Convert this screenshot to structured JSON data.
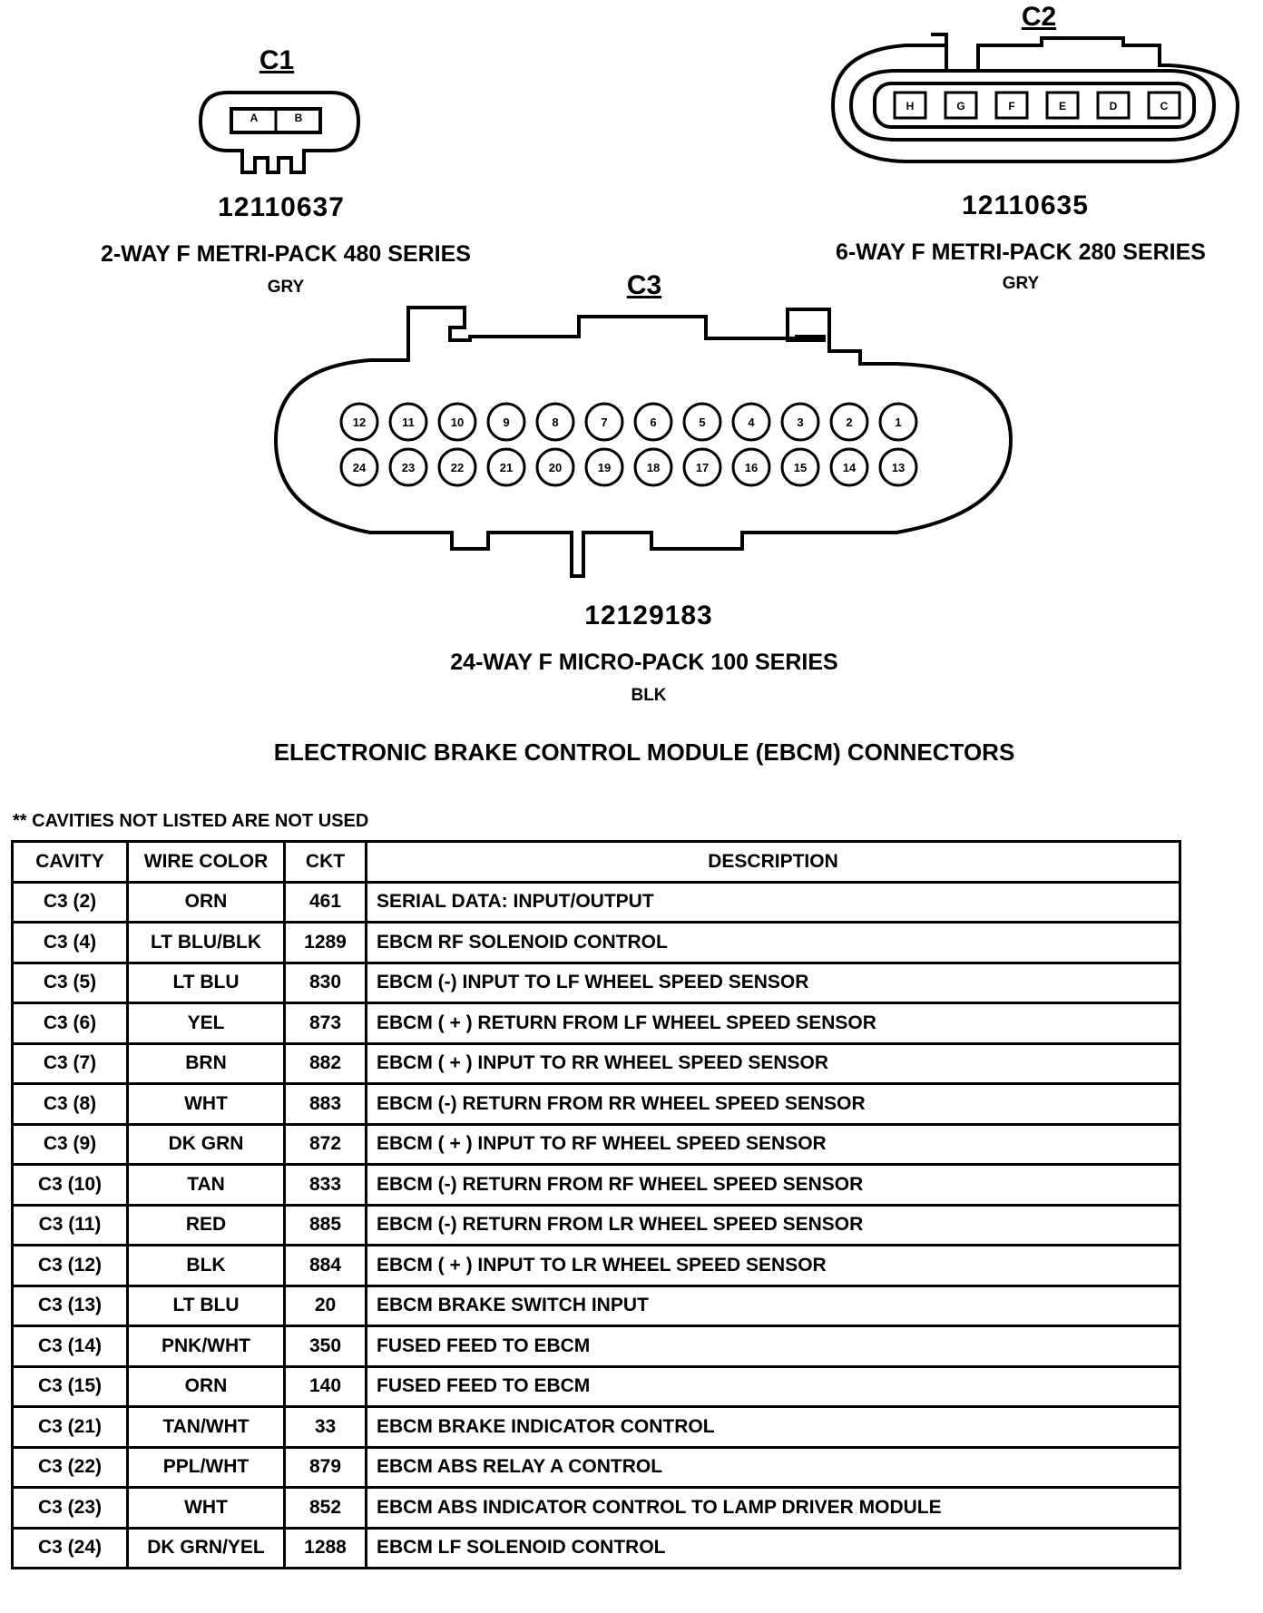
{
  "connectors": {
    "c1": {
      "label": "C1",
      "part_number": "12110637",
      "type": "2-WAY F METRI-PACK 480 SERIES",
      "color": "GRY",
      "pins": [
        "A",
        "B"
      ]
    },
    "c2": {
      "label": "C2",
      "part_number": "12110635",
      "type": "6-WAY F METRI-PACK 280 SERIES",
      "color": "GRY",
      "pins": [
        "H",
        "G",
        "F",
        "E",
        "D",
        "C"
      ]
    },
    "c3": {
      "label": "C3",
      "part_number": "12129183",
      "type": "24-WAY F MICRO-PACK 100 SERIES",
      "color": "BLK",
      "top_row": [
        "12",
        "11",
        "10",
        "9",
        "8",
        "7",
        "6",
        "5",
        "4",
        "3",
        "2",
        "1"
      ],
      "bottom_row": [
        "24",
        "23",
        "22",
        "21",
        "20",
        "19",
        "18",
        "17",
        "16",
        "15",
        "14",
        "13"
      ]
    }
  },
  "title": "ELECTRONIC BRAKE CONTROL MODULE (EBCM) CONNECTORS",
  "note": "** CAVITIES NOT LISTED ARE NOT USED",
  "table": {
    "headers": [
      "CAVITY",
      "WIRE COLOR",
      "CKT",
      "DESCRIPTION"
    ],
    "rows": [
      [
        "C3 (2)",
        "ORN",
        "461",
        "SERIAL DATA:  INPUT/OUTPUT"
      ],
      [
        "C3 (4)",
        "LT BLU/BLK",
        "1289",
        "EBCM RF SOLENOID CONTROL"
      ],
      [
        "C3 (5)",
        "LT BLU",
        "830",
        "EBCM (-) INPUT TO LF WHEEL SPEED SENSOR"
      ],
      [
        "C3 (6)",
        "YEL",
        "873",
        "EBCM ( + ) RETURN FROM LF WHEEL SPEED SENSOR"
      ],
      [
        "C3 (7)",
        "BRN",
        "882",
        "EBCM ( + ) INPUT TO RR WHEEL SPEED SENSOR"
      ],
      [
        "C3 (8)",
        "WHT",
        "883",
        "EBCM (-) RETURN FROM RR WHEEL SPEED SENSOR"
      ],
      [
        "C3 (9)",
        "DK GRN",
        "872",
        "EBCM ( + ) INPUT TO RF WHEEL SPEED SENSOR"
      ],
      [
        "C3 (10)",
        "TAN",
        "833",
        "EBCM (-) RETURN FROM RF WHEEL SPEED SENSOR"
      ],
      [
        "C3 (11)",
        "RED",
        "885",
        "EBCM (-) RETURN FROM LR WHEEL SPEED SENSOR"
      ],
      [
        "C3 (12)",
        "BLK",
        "884",
        "EBCM ( + ) INPUT TO LR WHEEL SPEED SENSOR"
      ],
      [
        "C3 (13)",
        "LT BLU",
        "20",
        "EBCM BRAKE SWITCH INPUT"
      ],
      [
        "C3 (14)",
        "PNK/WHT",
        "350",
        "FUSED FEED TO EBCM"
      ],
      [
        "C3 (15)",
        "ORN",
        "140",
        "FUSED FEED TO EBCM"
      ],
      [
        "C3 (21)",
        "TAN/WHT",
        "33",
        "EBCM BRAKE INDICATOR CONTROL"
      ],
      [
        "C3 (22)",
        "PPL/WHT",
        "879",
        "EBCM ABS RELAY A CONTROL"
      ],
      [
        "C3 (23)",
        "WHT",
        "852",
        "EBCM ABS INDICATOR CONTROL TO LAMP DRIVER MODULE"
      ],
      [
        "C3 (24)",
        "DK GRN/YEL",
        "1288",
        "EBCM LF SOLENOID CONTROL"
      ]
    ]
  }
}
